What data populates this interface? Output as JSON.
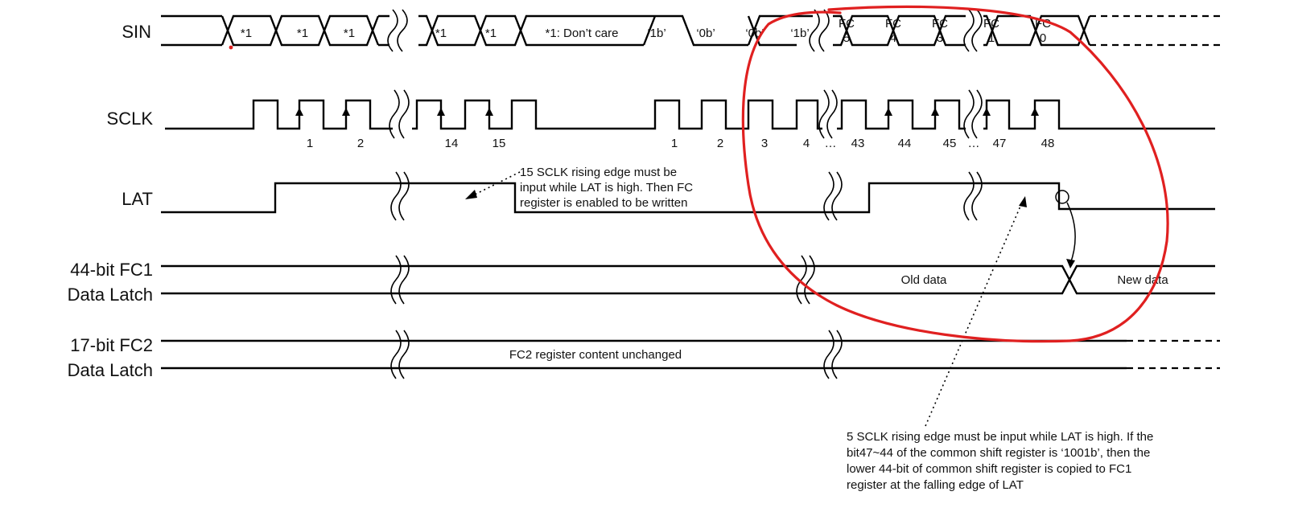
{
  "signals": {
    "sin": "SIN",
    "sclk": "SCLK",
    "lat": "LAT",
    "fc1_line1": "44-bit FC1",
    "fc1_line2": "Data Latch",
    "fc2_line1": "17-bit FC2",
    "fc2_line2": "Data Latch"
  },
  "sin_cells": {
    "c1": "*1",
    "c2": "*1",
    "c3": "*1",
    "c4": "*1",
    "c5": "*1",
    "dont_care": "*1: Don’t care",
    "b1": "‘1b’",
    "b2": "‘0b’",
    "b3": "‘0b’",
    "b4": "‘1b’",
    "fc5_a": "FC",
    "fc5_b": "5",
    "fc4_a": "FC",
    "fc4_b": "4",
    "fc3_a": "FC",
    "fc3_b": "3",
    "fc1_a": "FC",
    "fc1_b": "1",
    "fc0_a": "FC",
    "fc0_b": "0"
  },
  "sclk_numbers": {
    "n1": "1",
    "n2": "2",
    "n14": "14",
    "n15": "15",
    "m1": "1",
    "m2": "2",
    "m3": "3",
    "m4": "4",
    "ell1": "…",
    "m43": "43",
    "m44": "44",
    "m45": "45",
    "ell2": "…",
    "m47": "47",
    "m48": "48"
  },
  "fc1_old": "Old data",
  "fc1_new": "New data",
  "fc2_text": "FC2 register content unchanged",
  "note1": {
    "line1": "15 SCLK rising edge must be",
    "line2": "input while LAT is high. Then FC",
    "line3": "register is enabled to be written"
  },
  "note2": {
    "line1": "5 SCLK rising edge must be input while LAT is high. If the",
    "line2": "bit47~44 of the common shift register is ‘1001b’, then the",
    "line3": "lower 44-bit of common shift register is copied to FC1",
    "line4": "register at the falling edge of LAT"
  },
  "colors": {
    "signal": "#000000",
    "highlight": "#e02020",
    "marker": "#e02020"
  }
}
